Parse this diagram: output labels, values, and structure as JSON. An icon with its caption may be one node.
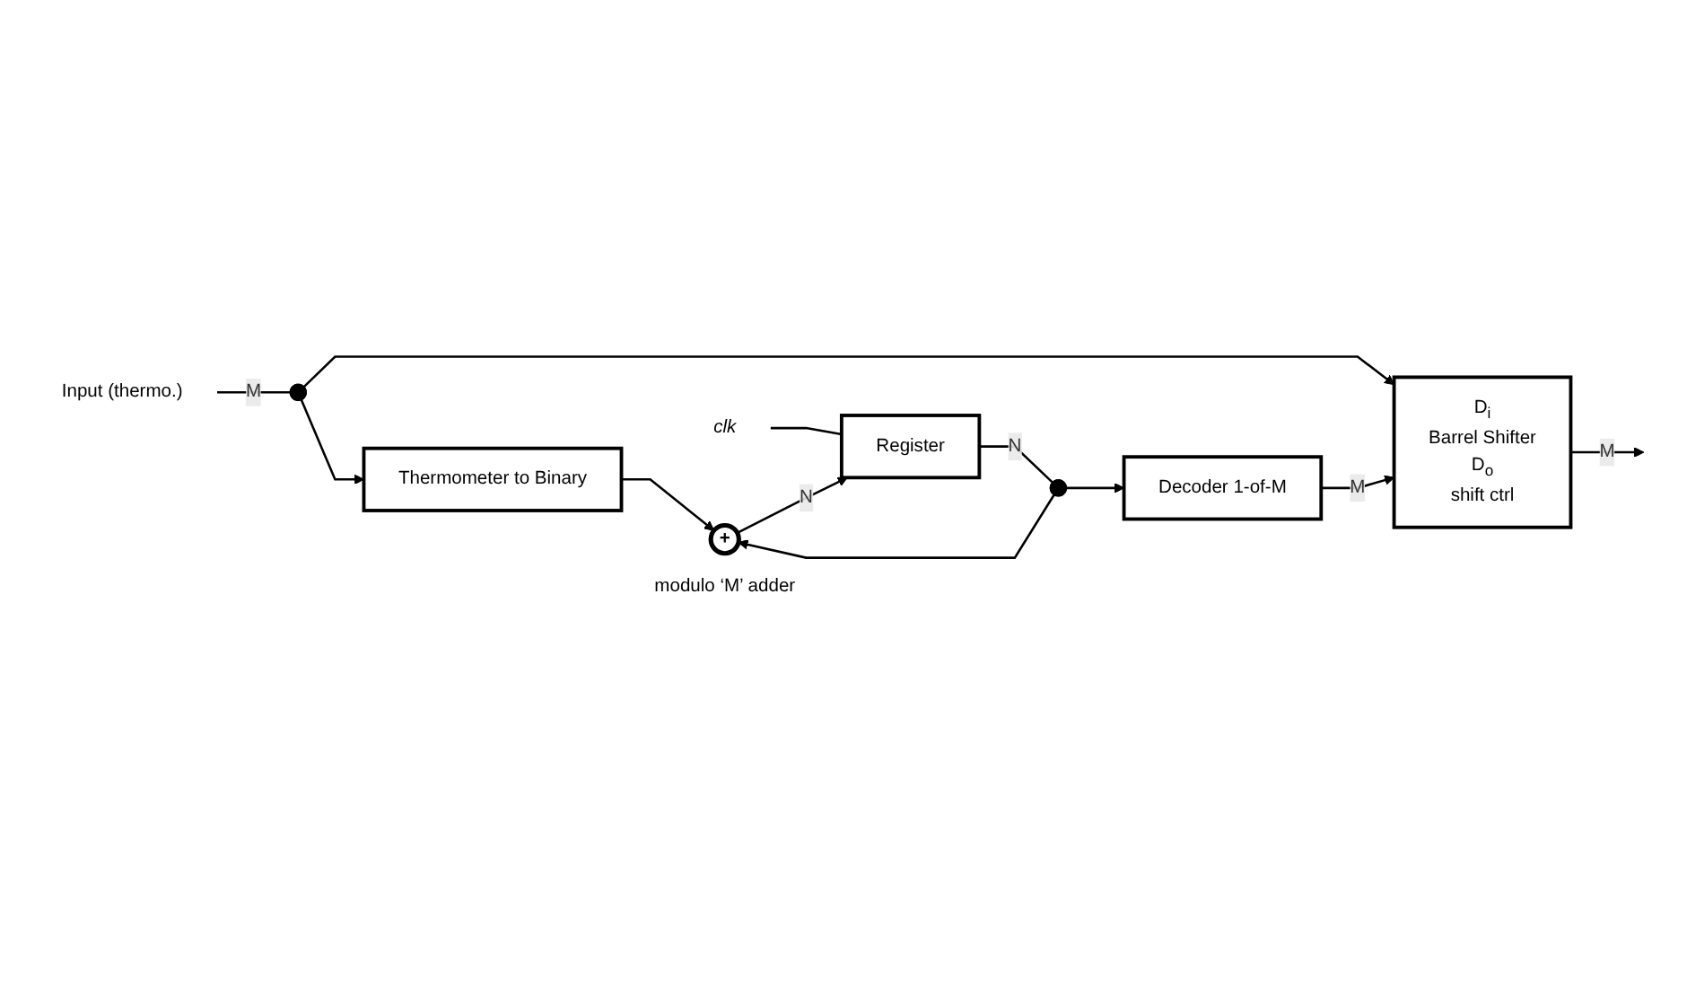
{
  "diagram": {
    "nodes": [
      {
        "text": [
          "Input  (thermo.)"
        ]
      },
      {
        "text": [],
        "shape": "circle"
      },
      {
        "text": [
          "D$_{i}$",
          "Barrel Shifter",
          "D$_{o}$",
          "shift ctrl"
        ]
      },
      {
        "text": [
          "Thermometer to Binary"
        ]
      },
      {
        "text": [
          "clk"
        ]
      },
      {
        "text": [
          "+"
        ],
        "beside": [
          "modulo ‘M’ adder"
        ]
      },
      {
        "text": [
          "Register"
        ]
      },
      {
        "text": [],
        "shape": "circle"
      },
      {
        "text": [
          "Decoder 1-of-M"
        ]
      }
    ],
    "edges": [
      {
        "from": 0,
        "to": 1,
        "arrow": "none",
        "label": "M"
      },
      {
        "from": 1,
        "to": 3,
        "arrow": "to"
      },
      {
        "from": 1,
        "to": 2,
        "arrow": "to"
      },
      {
        "from": 2,
        "to": null,
        "arrow": "to",
        "label": "M"
      },
      {
        "from": 3,
        "to": 5,
        "arrow": "to"
      },
      {
        "from": 4,
        "to": 6,
        "arrow": "none"
      },
      {
        "from": 5,
        "to": 6,
        "arrow": "to",
        "label": "N"
      },
      {
        "from": 6,
        "to": 7,
        "arrow": "none",
        "label": "N"
      },
      {
        "from": 7,
        "to": 8,
        "arrow": "to"
      },
      {
        "from": 8,
        "to": 2,
        "arrow": "to",
        "label": "M"
      },
      {
        "from": 7,
        "to": 5,
        "arrow": "to"
      }
    ]
  }
}
